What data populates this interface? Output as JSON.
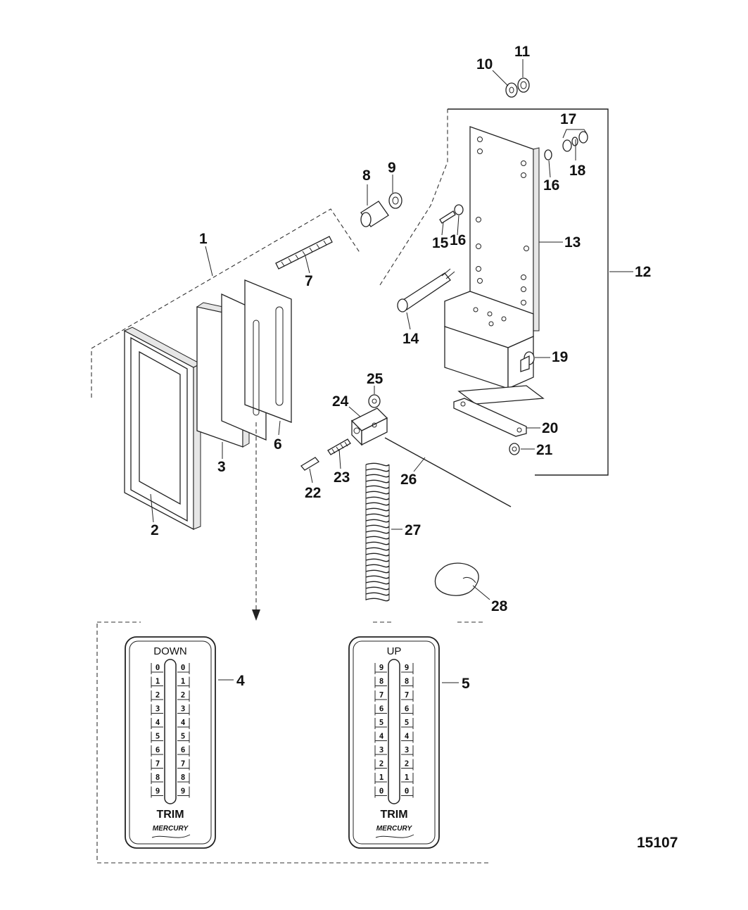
{
  "figure_number": "15107",
  "callouts": {
    "c1": "1",
    "c2": "2",
    "c3": "3",
    "c4": "4",
    "c5": "5",
    "c6": "6",
    "c7": "7",
    "c8": "8",
    "c9": "9",
    "c10": "10",
    "c11": "11",
    "c12": "12",
    "c13": "13",
    "c14": "14",
    "c15": "15",
    "c16a": "16",
    "c16b": "16",
    "c17": "17",
    "c18": "18",
    "c19": "19",
    "c20": "20",
    "c21": "21",
    "c22": "22",
    "c23": "23",
    "c24": "24",
    "c25": "25",
    "c26": "26",
    "c27": "27",
    "c28": "28"
  },
  "decal_down": {
    "header": "DOWN",
    "footer": "TRIM",
    "brand": "MERCURY",
    "ticks": [
      "0",
      "1",
      "2",
      "3",
      "4",
      "5",
      "6",
      "7",
      "8",
      "9"
    ]
  },
  "decal_up": {
    "header": "UP",
    "footer": "TRIM",
    "brand": "MERCURY",
    "ticks": [
      "9",
      "8",
      "7",
      "6",
      "5",
      "4",
      "3",
      "2",
      "1",
      "0"
    ]
  }
}
